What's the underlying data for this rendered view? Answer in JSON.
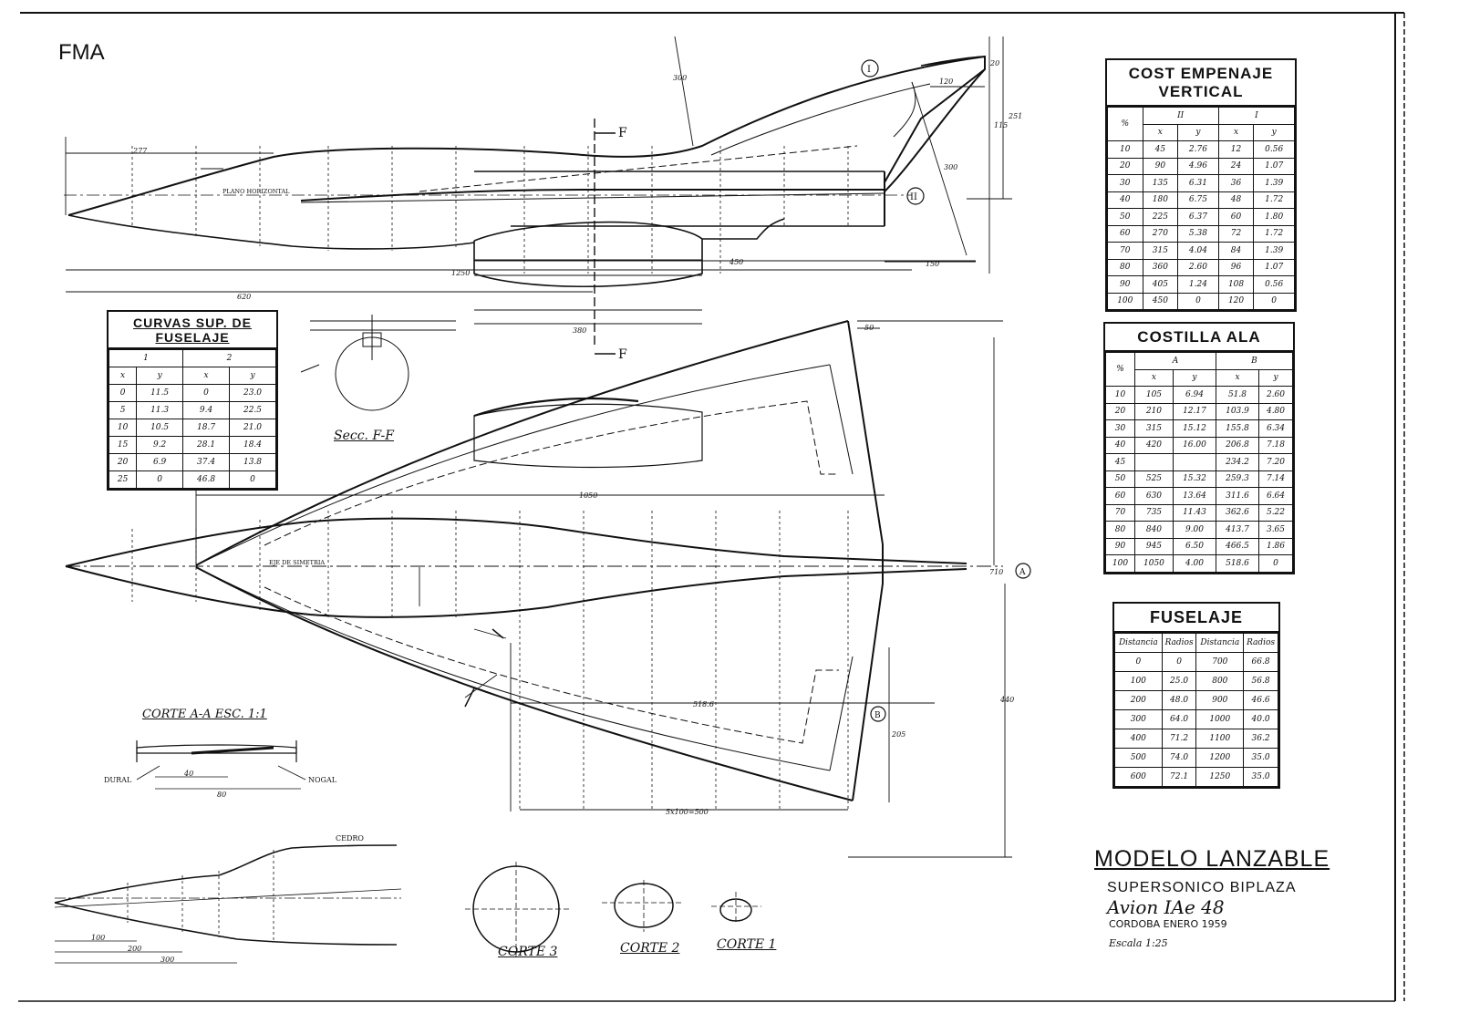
{
  "brand": "FMA",
  "table_vertical": {
    "title": "COST EMPENAJE VERTICAL",
    "group_headers": [
      "%",
      "II",
      "I"
    ],
    "sub_headers": [
      "x",
      "y",
      "x",
      "y"
    ],
    "rows": [
      [
        "10",
        "45",
        "2.76",
        "12",
        "0.56"
      ],
      [
        "20",
        "90",
        "4.96",
        "24",
        "1.07"
      ],
      [
        "30",
        "135",
        "6.31",
        "36",
        "1.39"
      ],
      [
        "40",
        "180",
        "6.75",
        "48",
        "1.72"
      ],
      [
        "50",
        "225",
        "6.37",
        "60",
        "1.80"
      ],
      [
        "60",
        "270",
        "5.38",
        "72",
        "1.72"
      ],
      [
        "70",
        "315",
        "4.04",
        "84",
        "1.39"
      ],
      [
        "80",
        "360",
        "2.60",
        "96",
        "1.07"
      ],
      [
        "90",
        "405",
        "1.24",
        "108",
        "0.56"
      ],
      [
        "100",
        "450",
        "0",
        "120",
        "0"
      ]
    ]
  },
  "table_ala": {
    "title": "COSTILLA ALA",
    "group_headers": [
      "%",
      "A",
      "B"
    ],
    "sub_headers": [
      "x",
      "y",
      "x",
      "y"
    ],
    "rows": [
      [
        "10",
        "105",
        "6.94",
        "51.8",
        "2.60"
      ],
      [
        "20",
        "210",
        "12.17",
        "103.9",
        "4.80"
      ],
      [
        "30",
        "315",
        "15.12",
        "155.8",
        "6.34"
      ],
      [
        "40",
        "420",
        "16.00",
        "206.8",
        "7.18"
      ],
      [
        "45",
        "",
        "",
        "234.2",
        "7.20"
      ],
      [
        "50",
        "525",
        "15.32",
        "259.3",
        "7.14"
      ],
      [
        "60",
        "630",
        "13.64",
        "311.6",
        "6.64"
      ],
      [
        "70",
        "735",
        "11.43",
        "362.6",
        "5.22"
      ],
      [
        "80",
        "840",
        "9.00",
        "413.7",
        "3.65"
      ],
      [
        "90",
        "945",
        "6.50",
        "466.5",
        "1.86"
      ],
      [
        "100",
        "1050",
        "4.00",
        "518.6",
        "0"
      ]
    ]
  },
  "table_fuselaje": {
    "title": "FUSELAJE",
    "headers": [
      "Distancia",
      "Radios",
      "Distancia",
      "Radios"
    ],
    "rows": [
      [
        "0",
        "0",
        "700",
        "66.8"
      ],
      [
        "100",
        "25.0",
        "800",
        "56.8"
      ],
      [
        "200",
        "48.0",
        "900",
        "46.6"
      ],
      [
        "300",
        "64.0",
        "1000",
        "40.0"
      ],
      [
        "400",
        "71.2",
        "1100",
        "36.2"
      ],
      [
        "500",
        "74.0",
        "1200",
        "35.0"
      ],
      [
        "600",
        "72.1",
        "1250",
        "35.0"
      ]
    ]
  },
  "table_curvas": {
    "title": "CURVAS SUP. DE FUSELAJE",
    "group_headers": [
      "1",
      "2"
    ],
    "sub_headers": [
      "x",
      "y",
      "x",
      "y"
    ],
    "rows": [
      [
        "0",
        "11.5",
        "0",
        "23.0"
      ],
      [
        "5",
        "11.3",
        "9.4",
        "22.5"
      ],
      [
        "10",
        "10.5",
        "18.7",
        "21.0"
      ],
      [
        "15",
        "9.2",
        "28.1",
        "18.4"
      ],
      [
        "20",
        "6.9",
        "37.4",
        "13.8"
      ],
      [
        "25",
        "0",
        "46.8",
        "0"
      ]
    ]
  },
  "title_block": {
    "main": "MODELO LANZABLE",
    "sub": "SUPERSONICO BIPLAZA",
    "plane": "Avion IAe 48",
    "place": "CORDOBA   ENERO 1959",
    "scale": "Escala  1:25"
  },
  "labels": {
    "sec_ff": "Secc. F-F",
    "corte_aa": "CORTE A-A  ESC. 1:1",
    "corte1": "CORTE 1",
    "corte2": "CORTE 2",
    "corte3": "CORTE 3",
    "dural": "DURAL",
    "nogal": "NOGAL",
    "cedro": "CEDRO",
    "plano_horizontal": "PLANO HORIZONTAL",
    "eje_simetria": "EJE DE SIMETRIA",
    "flecha_f": "F",
    "mark_I": "I",
    "mark_II": "II",
    "mark_A": "A",
    "mark_B": "B"
  },
  "dimensions": {
    "d620": "620",
    "d1250": "1250",
    "d1050": "1050",
    "d150": "150",
    "d450": "450",
    "d380": "380",
    "d277": "277",
    "d120": "120",
    "d300a": "300",
    "d300b": "300",
    "d251": "251",
    "d115": "115",
    "d20": "20",
    "d50": "50",
    "d710": "710",
    "d440": "440",
    "d205": "205",
    "d5x100": "5x100=500",
    "d518": "518.6",
    "d100": "100",
    "d200": "200",
    "d300": "300",
    "d40": "40",
    "d80": "80"
  },
  "colors": {
    "ink": "#111111",
    "paper": "#ffffff"
  }
}
